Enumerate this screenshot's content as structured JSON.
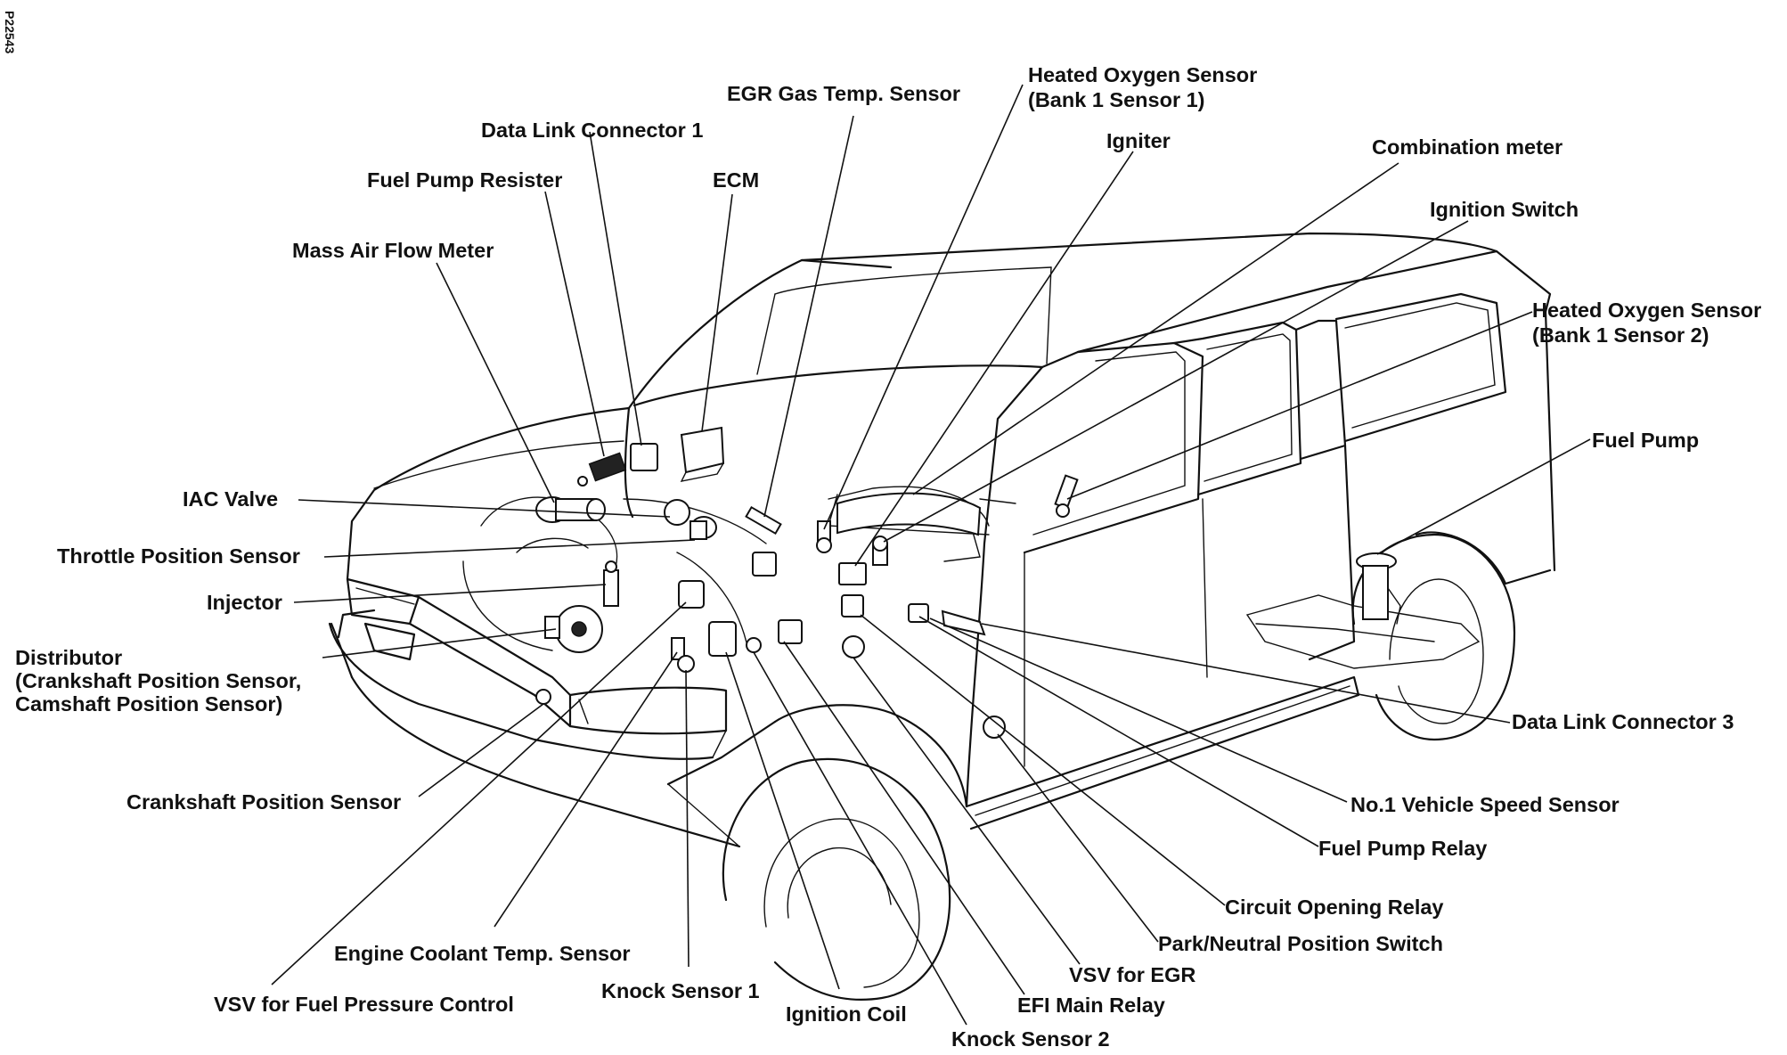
{
  "figure_code": "P22543",
  "labels": {
    "egr_gas_temp_sensor": "EGR Gas Temp. Sensor",
    "heated_oxygen_sensor_1": [
      "Heated Oxygen Sensor",
      "(Bank 1 Sensor 1)"
    ],
    "data_link_connector_1": "Data Link Connector 1",
    "igniter": "Igniter",
    "combination_meter": "Combination meter",
    "fuel_pump_resister": "Fuel Pump Resister",
    "ecm": "ECM",
    "ignition_switch": "Ignition Switch",
    "mass_air_flow_meter": "Mass Air Flow Meter",
    "heated_oxygen_sensor_2": [
      "Heated Oxygen Sensor",
      "(Bank 1 Sensor 2)"
    ],
    "fuel_pump": "Fuel Pump",
    "iac_valve": "IAC Valve",
    "throttle_position_sensor": "Throttle Position Sensor",
    "injector": "Injector",
    "distributor": [
      "Distributor",
      "(Crankshaft Position Sensor,",
      "Camshaft Position Sensor)"
    ],
    "data_link_connector_3": "Data Link Connector 3",
    "crankshaft_position_sensor": "Crankshaft Position Sensor",
    "vehicle_speed_sensor": "No.1 Vehicle Speed Sensor",
    "fuel_pump_relay": "Fuel Pump Relay",
    "circuit_opening_relay": "Circuit Opening Relay",
    "engine_coolant_temp_sensor": "Engine Coolant Temp. Sensor",
    "park_neutral_position_switch": "Park/Neutral Position Switch",
    "vsv_for_egr": "VSV for EGR",
    "vsv_for_fuel_pressure_control": "VSV for Fuel Pressure Control",
    "knock_sensor_1": "Knock Sensor 1",
    "efi_main_relay": "EFI Main Relay",
    "ignition_coil": "Ignition Coil",
    "knock_sensor_2": "Knock Sensor 2"
  }
}
